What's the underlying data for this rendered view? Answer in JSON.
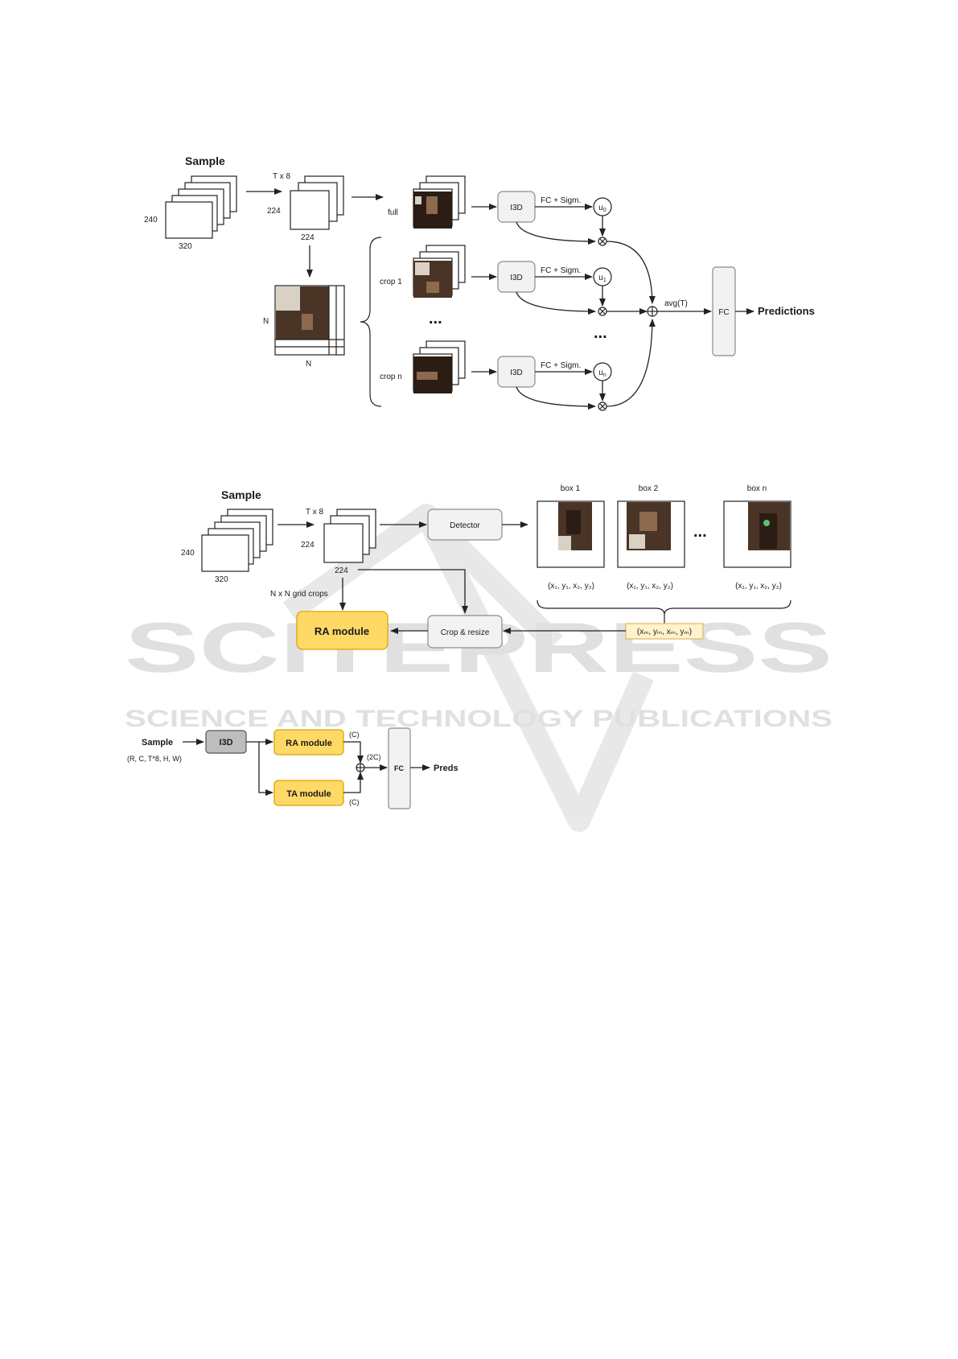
{
  "figure1": {
    "sample_title": "Sample",
    "dim_h": "240",
    "dim_w": "320",
    "txt_t8": "T x 8",
    "dim_224_side": "224",
    "dim_224_bottom": "224",
    "grid_N_side": "N",
    "grid_N_bottom": "N",
    "branch_full": "full",
    "branch_crop1": "crop 1",
    "branch_cropn": "crop n",
    "ellipsis_left": "...",
    "ellipsis_right": "...",
    "i3d": "I3D",
    "fc_sigm": "FC + Sigm.",
    "u0": "u",
    "u0_sub": "0",
    "u1": "u",
    "u1_sub": "1",
    "un": "u",
    "un_sub": "n",
    "avg": "avg(T)",
    "fc": "FC",
    "predictions": "Predictions"
  },
  "figure2": {
    "sample_title": "Sample",
    "dim_h": "240",
    "dim_w": "320",
    "txt_t8": "T x 8",
    "dim_224_side": "224",
    "dim_224_bottom": "224",
    "detector": "Detector",
    "box1": "box 1",
    "box2": "box 2",
    "boxn": "box n",
    "ellipsis": "...",
    "coords1": "(x₁, y₁, x₂, y₂)",
    "coords2": "(x₁, y₁, x₂, y₂)",
    "coordsn": "(x₁, y₁, x₂, y₂)",
    "grid_crops": "N x N grid crops",
    "ra_module": "RA module",
    "crop_resize": "Crop & resize",
    "merged_coords": "(xₘ, yₘ, xₘ, yₘ)"
  },
  "figure3": {
    "sample": "Sample",
    "shape": "(R, C, T*8, H, W)",
    "i3d": "I3D",
    "ra_module": "RA module",
    "ta_module": "TA module",
    "c_top": "(C)",
    "c_bottom": "(C)",
    "two_c": "(2C)",
    "fc": "FC",
    "preds": "Preds"
  },
  "watermark": {
    "line1": "SCITEPRESS",
    "line2": "SCIENCE AND TECHNOLOGY PUBLICATIONS"
  }
}
